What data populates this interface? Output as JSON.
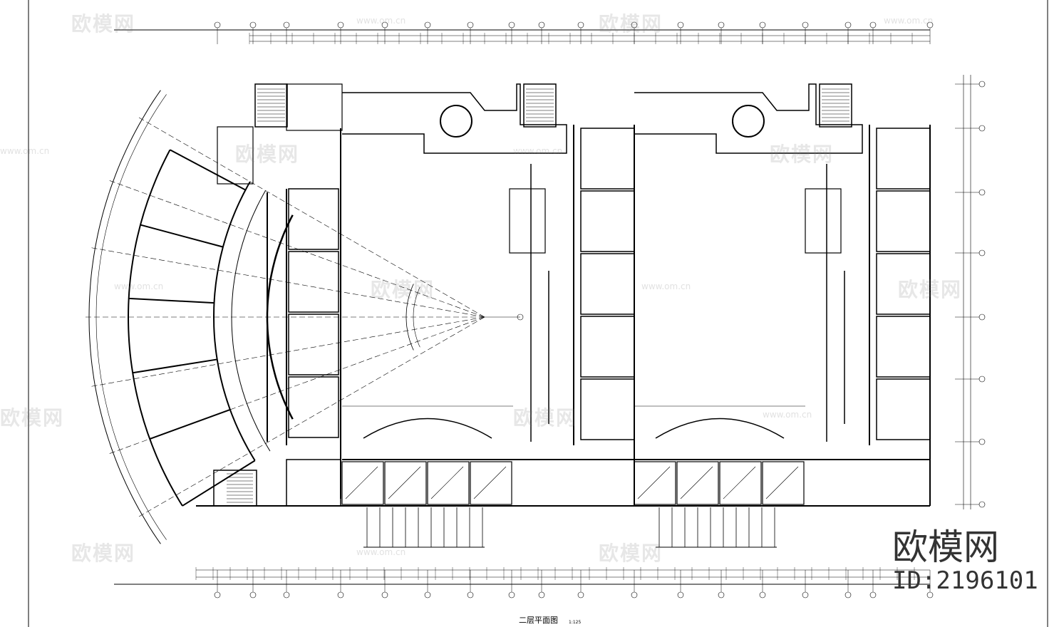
{
  "drawing": {
    "title": "二层平面图",
    "scale": "1:125"
  },
  "watermark": {
    "brand": "欧模网",
    "id": "ID:2196101",
    "url": "www.om.cn"
  },
  "colors": {
    "line": "#000000",
    "background": "#ffffff"
  }
}
